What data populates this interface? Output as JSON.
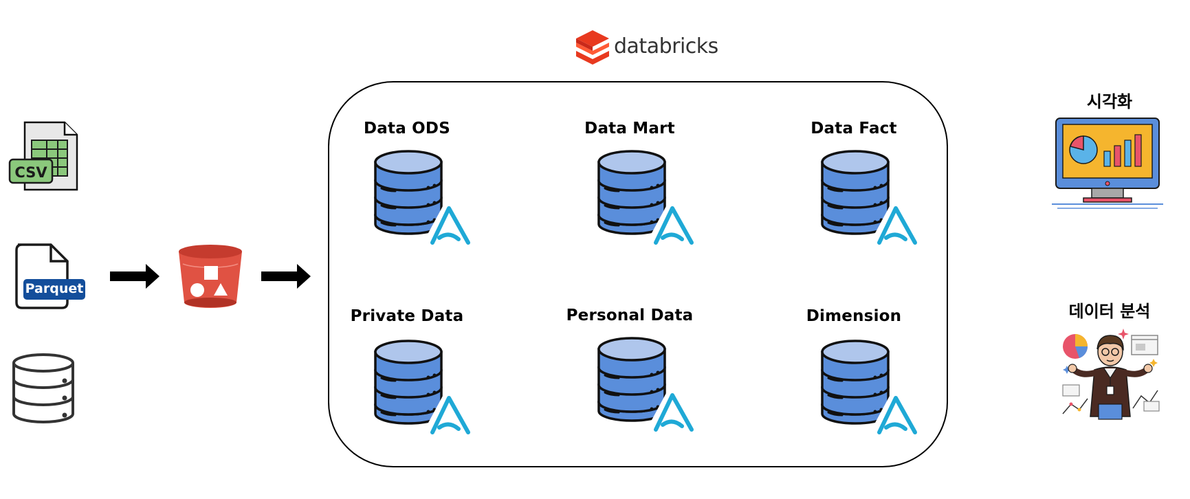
{
  "brand": {
    "name": "databricks",
    "logo_color": "#E8391F"
  },
  "sources": [
    {
      "type": "csv",
      "label": "CSV"
    },
    {
      "type": "parquet",
      "label": "Parquet"
    },
    {
      "type": "database",
      "label": ""
    }
  ],
  "storage_bucket": {
    "icon": "s3-bucket-icon",
    "color": "#E05243"
  },
  "lakehouse": {
    "tables": [
      {
        "label": "Data ODS"
      },
      {
        "label": "Data Mart"
      },
      {
        "label": "Data Fact"
      },
      {
        "label": "Private Data"
      },
      {
        "label": "Personal Data"
      },
      {
        "label": "Dimension"
      }
    ],
    "db_color": "#5A8EDB",
    "delta_color": "#1FA9D6"
  },
  "outputs": [
    {
      "label": "시각화",
      "icon": "dashboard-monitor-icon"
    },
    {
      "label": "데이터 분석",
      "icon": "data-analyst-icon"
    }
  ]
}
